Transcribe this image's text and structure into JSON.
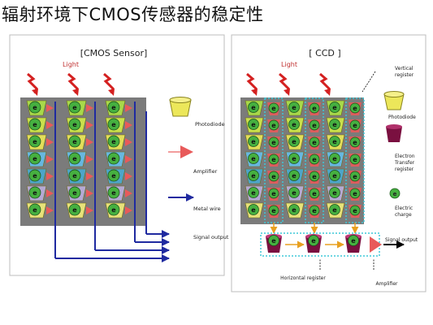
{
  "title": "辐射环境下CMOS传感器的稳定性",
  "cmos_panel": {
    "heading": "[CMOS Sensor]",
    "light_label": "Light",
    "pixel_glyph": "e",
    "legend": {
      "photodiode": "Photodiode",
      "amplifier": "Amplifier",
      "metal_wire": "Metal wire"
    },
    "signal_output": "Signal output"
  },
  "ccd_panel": {
    "heading": "[ CCD ]",
    "light_label": "Light",
    "pixel_glyph": "e",
    "legend": {
      "vertical_register_line1": "Vertical",
      "vertical_register_line2": "register",
      "photodiode": "Photodiode",
      "electron_transfer_line1": "Electron",
      "electron_transfer_line2": "Transfer",
      "electron_transfer_line3": "register",
      "electric_charge_line1": "Electric",
      "electric_charge_line2": "charge"
    },
    "signal_output": "Signal output",
    "horizontal_register": "Horizontal register",
    "amplifier": "Amplifier"
  },
  "colors": {
    "frame_gray": "#7b7b7b",
    "cup_yellow": "#ece75a",
    "amp_red": "#e85a5a",
    "wire_blue": "#1f2aa0",
    "lightning_red": "#d42020",
    "transfer_maroon": "#7a1040",
    "charge_green": "#46b040",
    "register_cyan": "#3ec8d8",
    "row_colors": [
      "#a8d94a",
      "#c9e04c",
      "#e2de5a",
      "#67b7e0",
      "#4da5c9",
      "#b5a9d4",
      "#e7e27a"
    ]
  }
}
